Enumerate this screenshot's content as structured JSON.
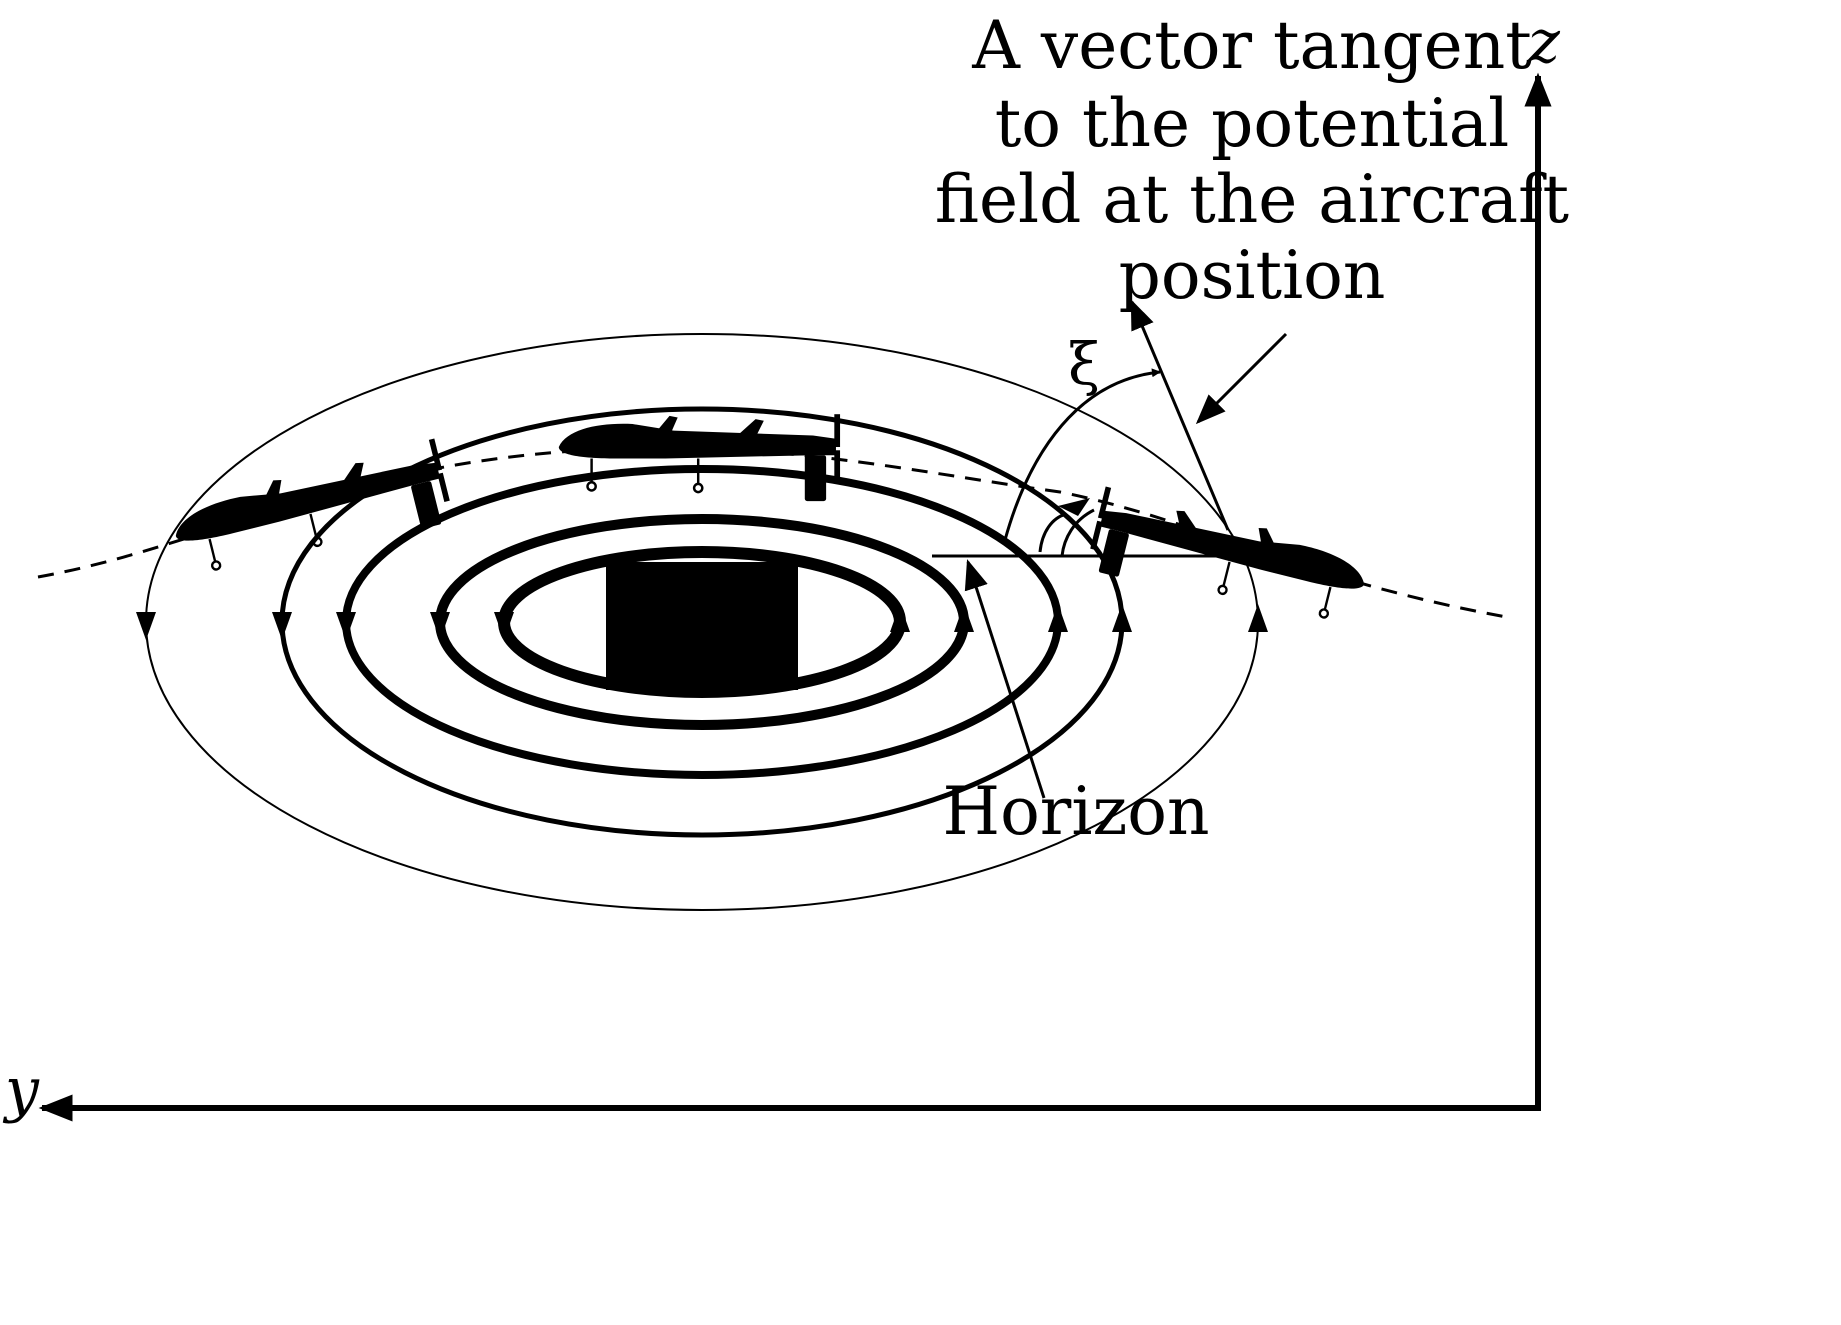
{
  "labels": {
    "tangent_vector_lines": [
      "A vector tangent",
      "to the potential",
      "field at the aircraft",
      "position"
    ],
    "horizon": "Horizon",
    "angle_symbol": "ξ",
    "axis_z": "z",
    "axis_y": "y"
  },
  "elements": {
    "obstacle": "obstacle-block",
    "aircraft": [
      "uav-icon-left",
      "uav-icon-center",
      "uav-icon-right"
    ]
  },
  "colors": {
    "ink": "#000000",
    "background": "#ffffff"
  }
}
